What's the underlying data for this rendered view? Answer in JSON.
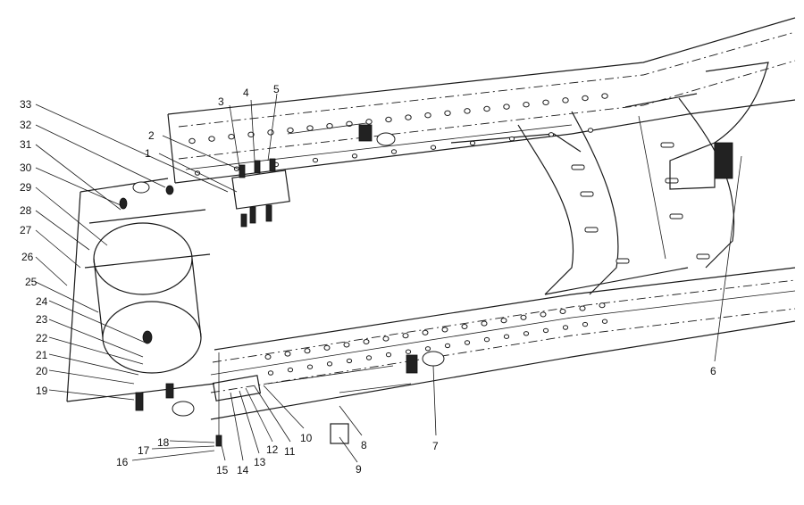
{
  "labels": [
    {
      "text": "1"
    },
    {
      "text": "2"
    },
    {
      "text": "3"
    },
    {
      "text": "4"
    },
    {
      "text": "5"
    },
    {
      "text": "6"
    },
    {
      "text": "7"
    },
    {
      "text": "8"
    },
    {
      "text": "9"
    },
    {
      "text": "10"
    },
    {
      "text": "11"
    },
    {
      "text": "12"
    },
    {
      "text": "13"
    },
    {
      "text": "14"
    },
    {
      "text": "15"
    },
    {
      "text": "16"
    },
    {
      "text": "17"
    },
    {
      "text": "18"
    },
    {
      "text": "19"
    },
    {
      "text": "20"
    },
    {
      "text": "21"
    },
    {
      "text": "22"
    },
    {
      "text": "23"
    },
    {
      "text": "24"
    },
    {
      "text": "25"
    },
    {
      "text": "26"
    },
    {
      "text": "27"
    },
    {
      "text": "28"
    },
    {
      "text": "29"
    },
    {
      "text": "30"
    },
    {
      "text": "31"
    },
    {
      "text": "32"
    },
    {
      "text": "33"
    }
  ]
}
